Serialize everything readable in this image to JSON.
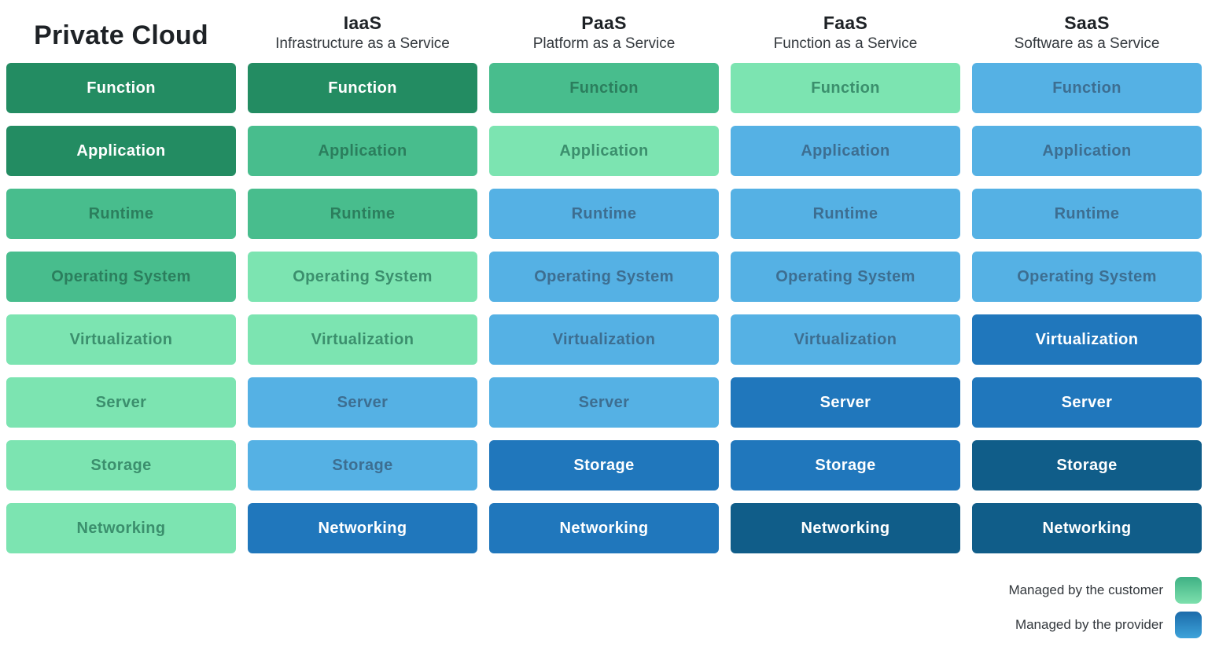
{
  "columns": [
    {
      "title": "Private Cloud",
      "subtitle": "",
      "style": "big",
      "cells": [
        "dark-green",
        "dark-green",
        "med-green",
        "med-green",
        "light-green",
        "light-green",
        "light-green",
        "light-green"
      ]
    },
    {
      "title": "IaaS",
      "subtitle": "Infrastructure as a Service",
      "style": "normal",
      "cells": [
        "dark-green",
        "med-green",
        "med-green",
        "light-green",
        "light-green",
        "light-blue",
        "light-blue",
        "med-blue"
      ]
    },
    {
      "title": "PaaS",
      "subtitle": "Platform as a Service",
      "style": "normal",
      "cells": [
        "med-green",
        "light-green",
        "light-blue",
        "light-blue",
        "light-blue",
        "light-blue",
        "med-blue",
        "med-blue"
      ]
    },
    {
      "title": "FaaS",
      "subtitle": "Function as a Service",
      "style": "normal",
      "cells": [
        "light-green",
        "light-blue",
        "light-blue",
        "light-blue",
        "light-blue",
        "med-blue",
        "med-blue",
        "dark-blue"
      ]
    },
    {
      "title": "SaaS",
      "subtitle": "Software as a Service",
      "style": "normal",
      "cells": [
        "light-blue",
        "light-blue",
        "light-blue",
        "light-blue",
        "med-blue",
        "med-blue",
        "dark-blue",
        "dark-blue"
      ]
    }
  ],
  "layers": [
    "Function",
    "Application",
    "Runtime",
    "Operating System",
    "Virtualization",
    "Server",
    "Storage",
    "Networking"
  ],
  "palette": {
    "dark-green": {
      "bg": "#238c62",
      "text": "#ffffff"
    },
    "med-green": {
      "bg": "#48bd8d",
      "text": "#2b7e5d"
    },
    "light-green": {
      "bg": "#7ce4b1",
      "text": "#3b8f6d"
    },
    "light-blue": {
      "bg": "#55b1e4",
      "text": "#3d6e91"
    },
    "med-blue": {
      "bg": "#2077bc",
      "text": "#ffffff"
    },
    "dark-blue": {
      "bg": "#105d89",
      "text": "#ffffff"
    }
  },
  "legend": {
    "items": [
      {
        "label": "Managed by the customer",
        "swatch_top": "#3fb184",
        "swatch_bottom": "#7de0ad",
        "swatch_name": "customer-green-swatch"
      },
      {
        "label": "Managed by the provider",
        "swatch_top": "#1b6baa",
        "swatch_bottom": "#3ea3da",
        "swatch_name": "provider-blue-swatch"
      }
    ]
  }
}
